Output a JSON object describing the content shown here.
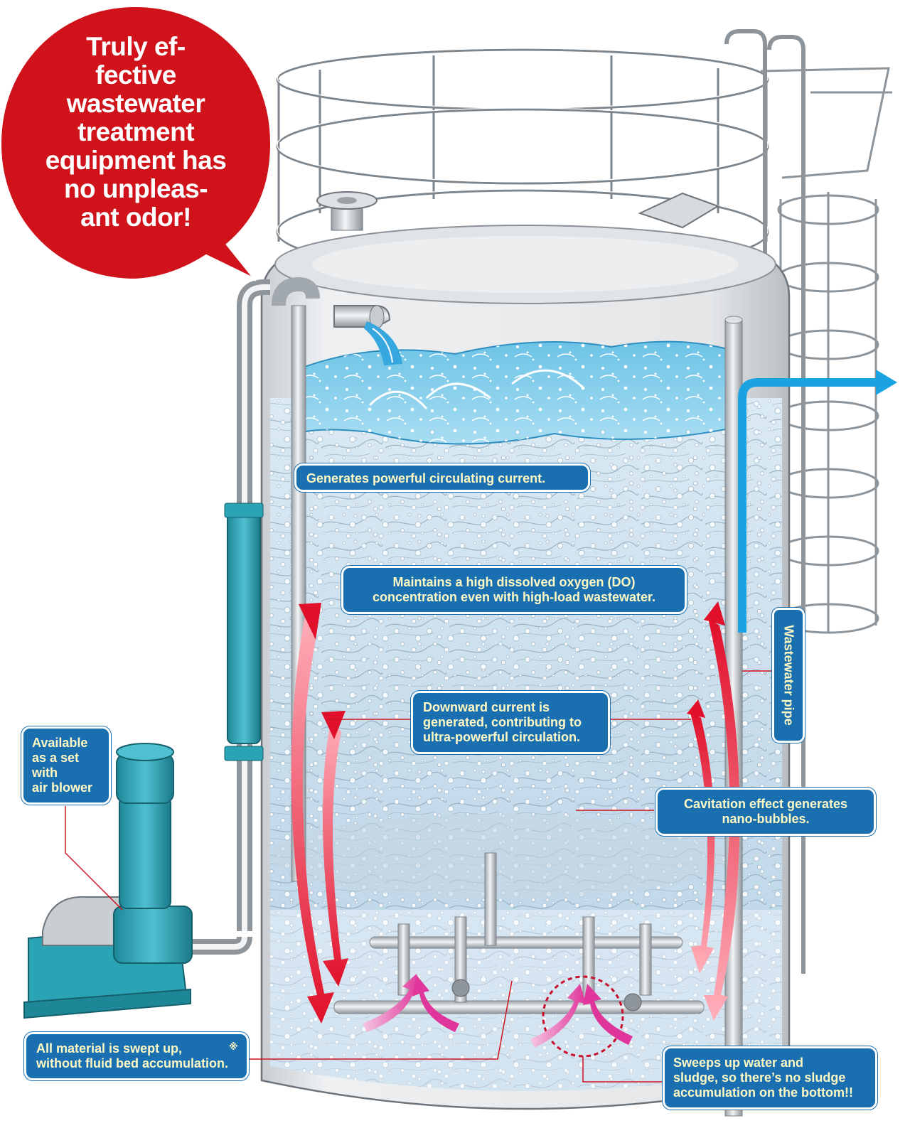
{
  "speech_bubble": {
    "lines": [
      "Truly ef-",
      "fective",
      "wastewater",
      "treatment",
      "equipment has",
      "no unpleas-",
      "ant odor!"
    ],
    "color": "#d0121b"
  },
  "labels": {
    "circulating_current": "Generates powerful circulating current.",
    "dissolved_oxygen": [
      "Maintains a high dissolved oxygen (DO)",
      "concentration even with high-load wastewater."
    ],
    "downward_current": [
      "Downward current is",
      "generated, contributing to",
      "ultra-powerful circulation."
    ],
    "cavitation": [
      "Cavitation effect generates",
      "nano-bubbles."
    ],
    "air_blower": [
      "Available",
      "as a set",
      "with",
      "air blower"
    ],
    "swept_up": [
      "All material is swept up,",
      "without fluid bed accumulation."
    ],
    "swept_up_note": "※",
    "sludge": [
      "Sweeps up water and",
      "sludge, so there’s no sludge",
      "accumulation on the bottom!!"
    ],
    "wastewater_pipe": "Wastewater pipe"
  },
  "colors": {
    "callout_bg": "#1a6fb0",
    "callout_text": "#fff9c4",
    "arrow_red": "#e0102a",
    "arrow_pink": "#e0359a",
    "outflow_arrow": "#1aa3e0",
    "blower": "#2aa3b5",
    "tank": "#e6e8ea"
  },
  "icons": [
    "circulation-arrow-icon",
    "outflow-arrow-icon",
    "nozzle-burst-icon"
  ]
}
